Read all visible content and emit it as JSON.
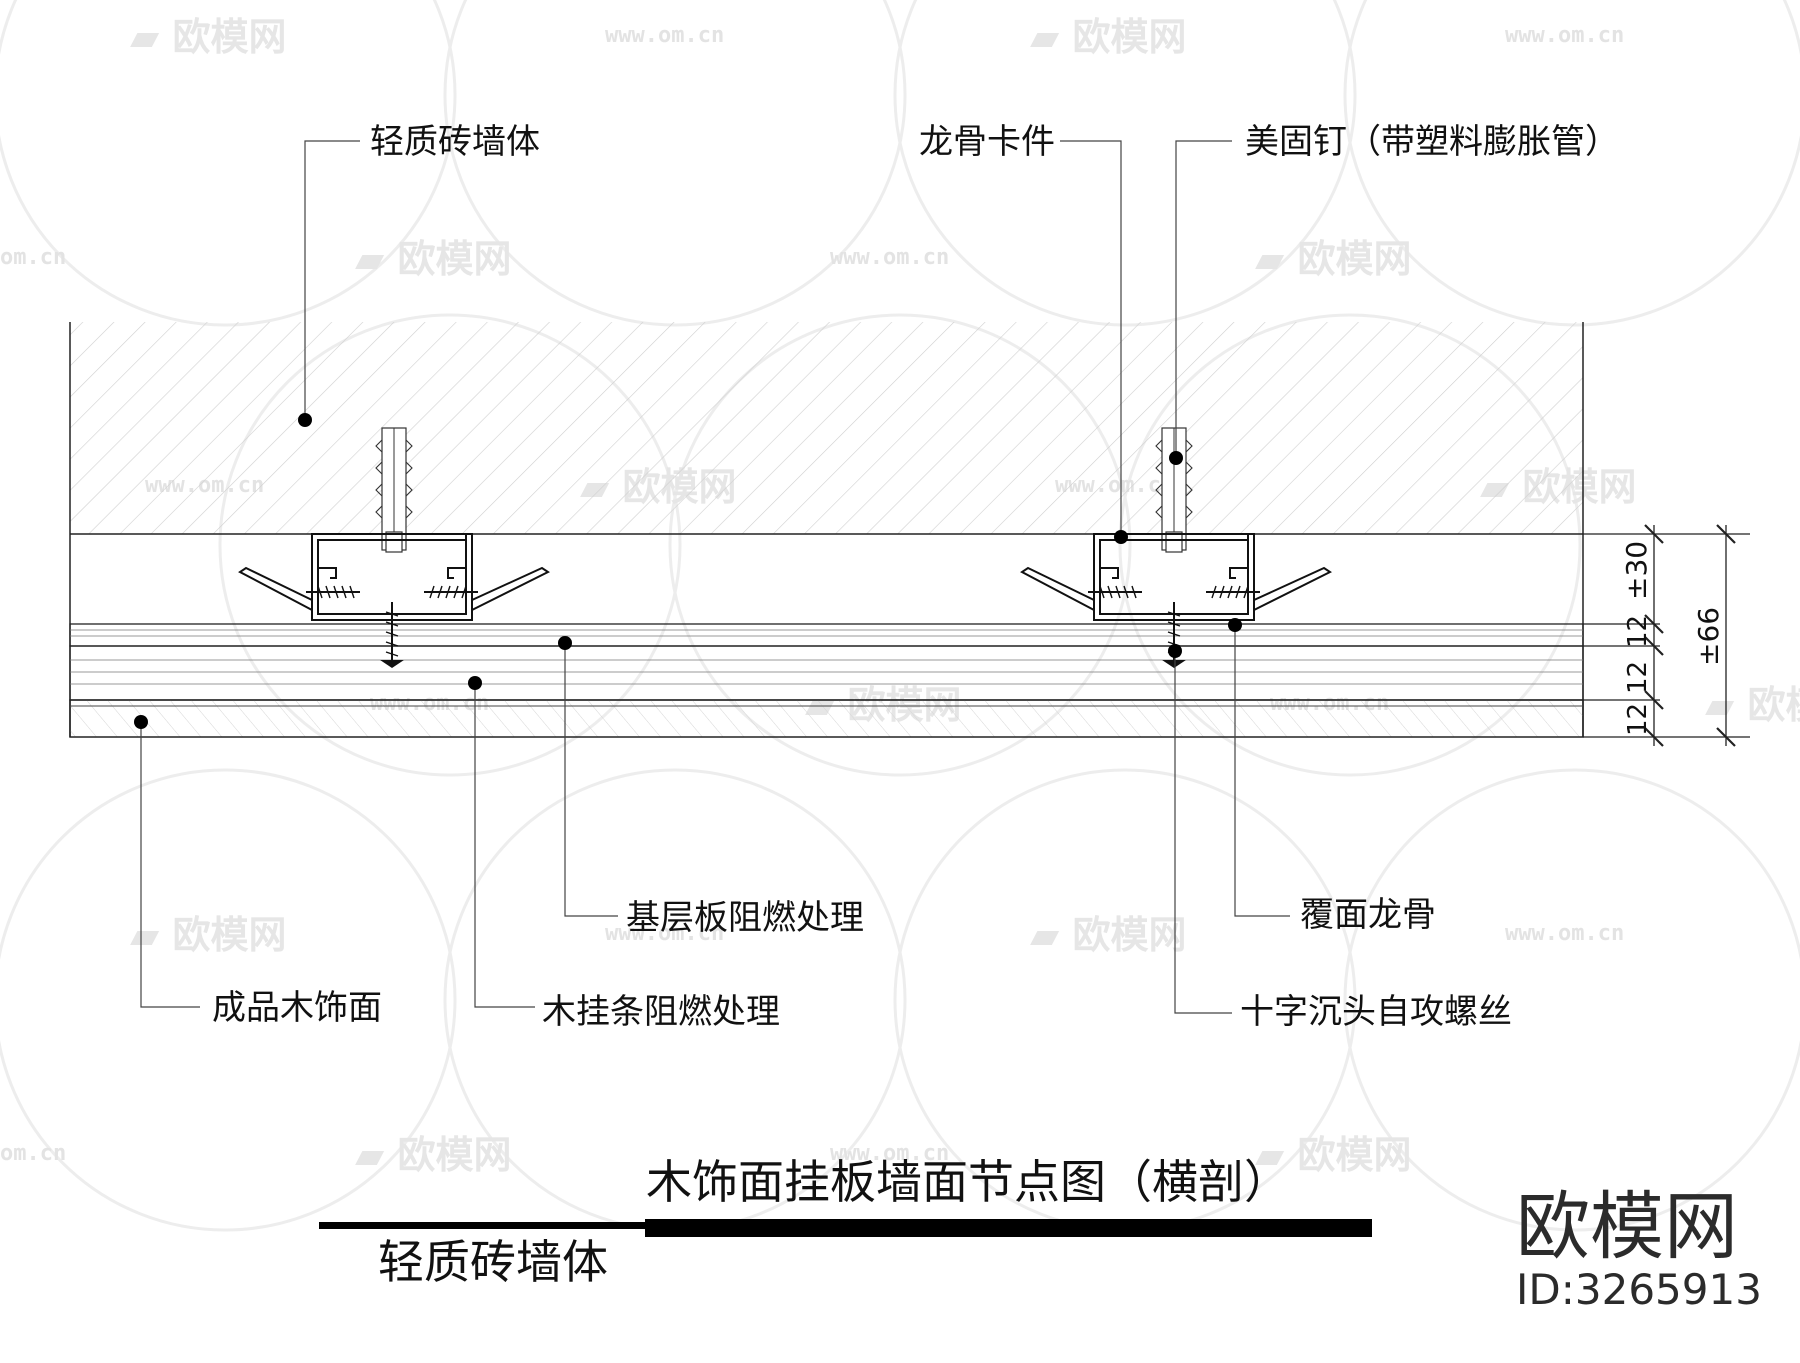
{
  "callouts": {
    "brick_wall": "轻质砖墙体",
    "keel_clip": "龙骨卡件",
    "anchor_nail": "美固钉（带塑料膨胀管）",
    "base_board": "基层板阻燃处理",
    "cover_keel": "覆面龙骨",
    "finished_wood": "成品木饰面",
    "wood_strip": "木挂条阻燃处理",
    "screw": "十字沉头自攻螺丝"
  },
  "dimensions": {
    "d1": "±30",
    "d2": "12",
    "d3": "12",
    "d4": "12",
    "total": "±66"
  },
  "title": {
    "main": "木饰面挂板墙面节点图（横剖）",
    "sub": "轻质砖墙体"
  },
  "watermark": {
    "brand": "欧模网",
    "url": "www.om.cn",
    "url_short": "om.cn",
    "id": "ID:3265913"
  }
}
